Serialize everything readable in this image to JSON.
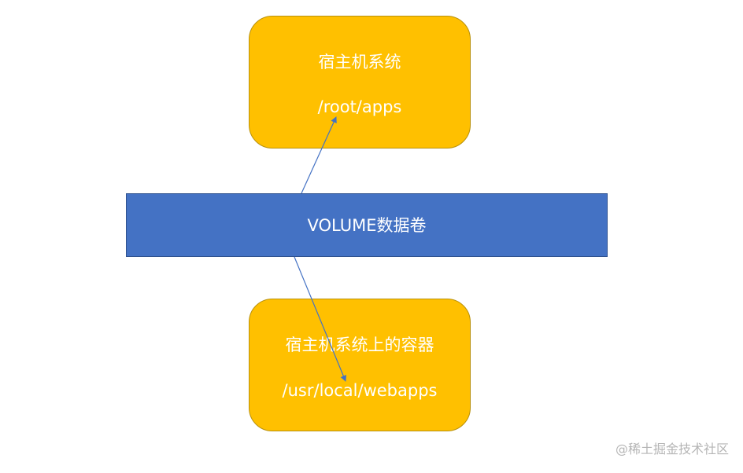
{
  "diagram": {
    "host": {
      "title": "宿主机系统",
      "path": "/root/apps"
    },
    "volume": {
      "label": "VOLUME数据卷"
    },
    "container": {
      "title": "宿主机系统上的容器",
      "path": "/usr/local/webapps"
    }
  },
  "colors": {
    "box_fill": "#FFC000",
    "volume_fill": "#4472C4",
    "arrow": "#4472C4",
    "text": "#FFFFFF"
  },
  "watermark": {
    "text": "@稀土掘金技术社区"
  }
}
